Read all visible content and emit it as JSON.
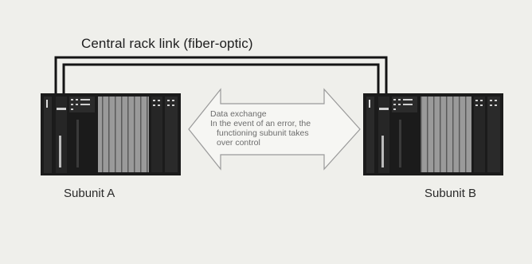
{
  "link": {
    "label": "Central rack link (fiber-optic)",
    "cable_color": "#141414"
  },
  "subunits": [
    {
      "label": "Subunit A"
    },
    {
      "label": "Subunit B"
    }
  ],
  "exchange": {
    "line1": "Data exchange",
    "line2": "In the event of an error, the",
    "line3": "functioning subunit takes",
    "line4": "over control"
  },
  "colors": {
    "background": "#efefeb",
    "rack": "#1b1b1b",
    "module_panel": "#8f8f8f",
    "arrow_outline": "#9a9a9a"
  }
}
